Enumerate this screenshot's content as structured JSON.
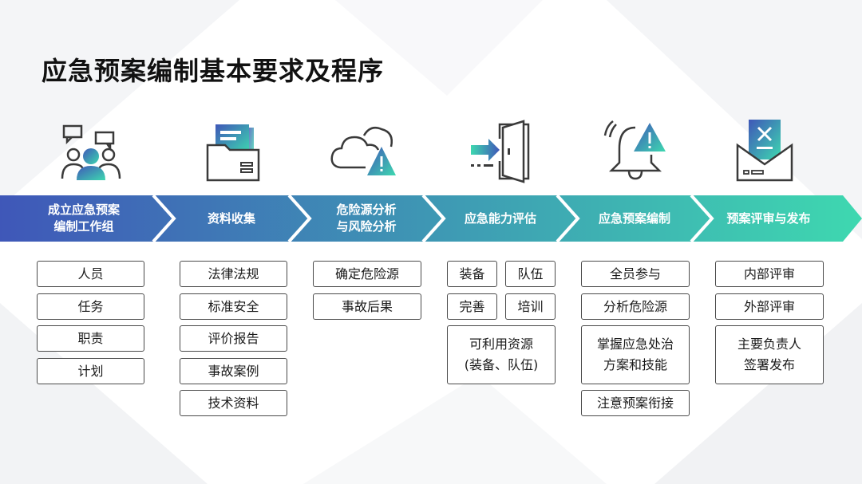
{
  "title": "应急预案编制基本要求及程序",
  "colors": {
    "band_start": "#3f57b8",
    "band_end": "#3ed8b0",
    "icon_gray": "#3a3a3a"
  },
  "stages": [
    {
      "label": "成立应急预案\n编制工作组",
      "icon": "team-discussion-icon",
      "items": [
        "人员",
        "任务",
        "职责",
        "计划"
      ]
    },
    {
      "label": "资料收集",
      "icon": "folder-documents-icon",
      "items": [
        "法律法规",
        "标准安全",
        "评价报告",
        "事故案例",
        "技术资料"
      ]
    },
    {
      "label": "危险源分析\n与风险分析",
      "icon": "cloud-warning-icon",
      "items": [
        "确定危险源",
        "事故后果"
      ]
    },
    {
      "label": "应急能力评估",
      "icon": "exit-door-icon",
      "items": [
        "装备",
        "队伍",
        "完善",
        "培训",
        "可利用资源\n(装备、队伍)"
      ]
    },
    {
      "label": "应急预案编制",
      "icon": "alarm-bell-icon",
      "items": [
        "全员参与",
        "分析危险源",
        "掌握应急处治\n方案和技能",
        "注意预案衔接"
      ]
    },
    {
      "label": "预案评审与发布",
      "icon": "envelope-document-icon",
      "items": [
        "内部评审",
        "外部评审",
        "主要负责人\n签署发布"
      ]
    }
  ]
}
